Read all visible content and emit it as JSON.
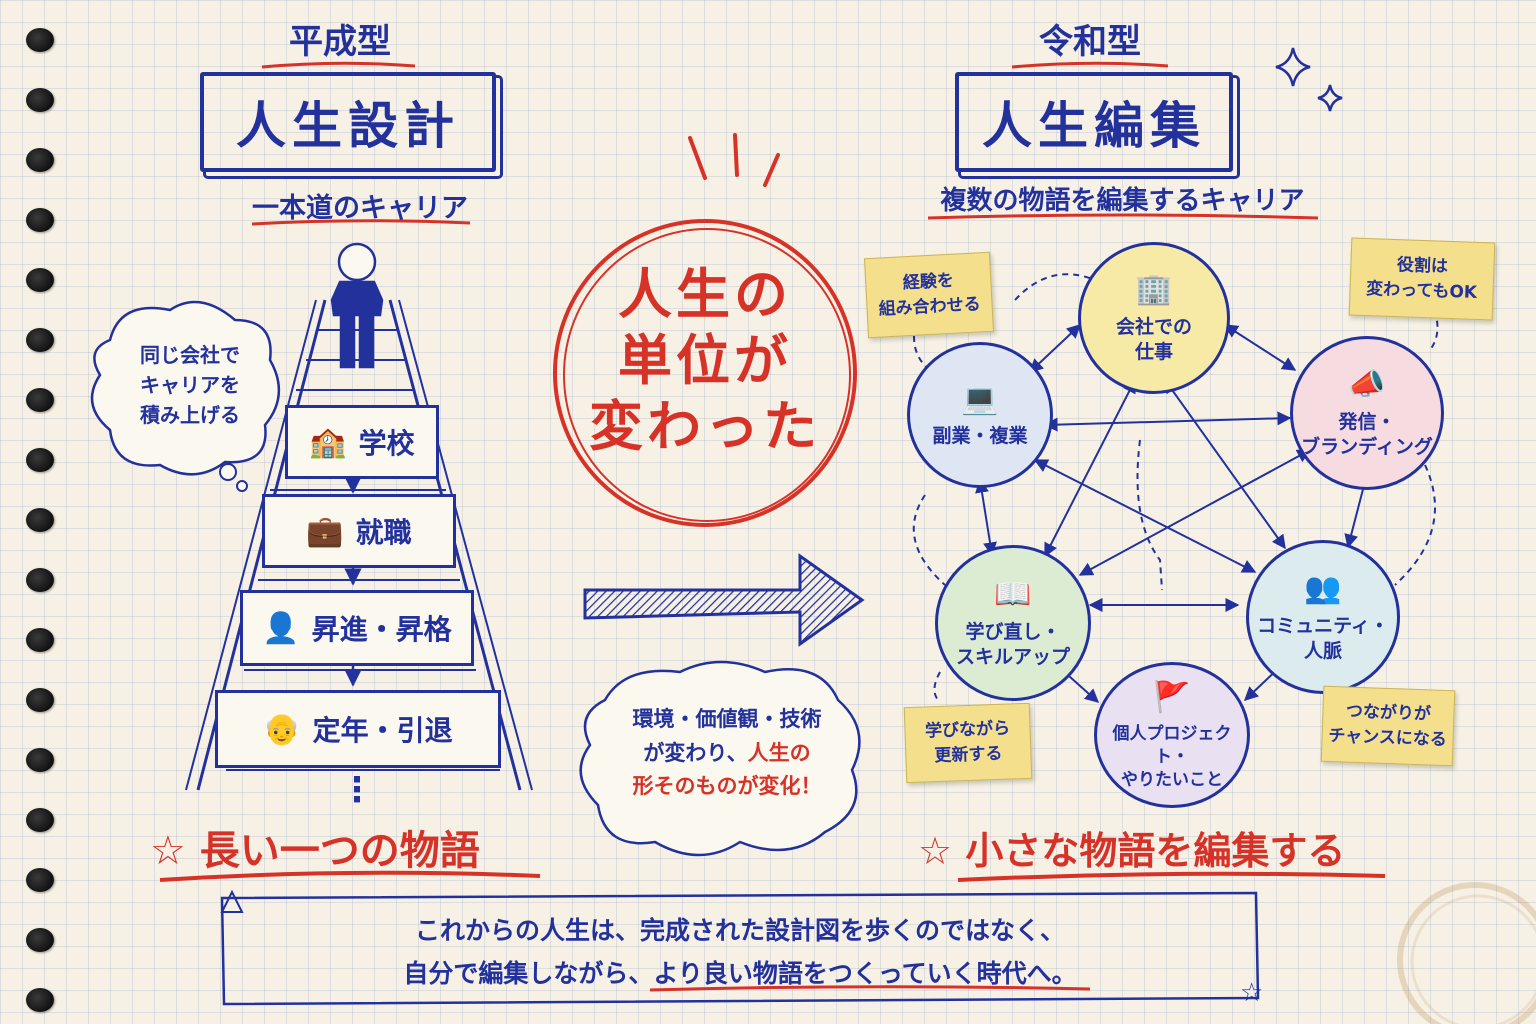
{
  "left": {
    "era": "平成型",
    "title": "人生設計",
    "subtitle": "一本道のキャリア",
    "thought": [
      "同じ会社で",
      "キャリアを",
      "積み上げる"
    ],
    "steps": [
      {
        "label": "学校",
        "icon": "school-icon"
      },
      {
        "label": "就職",
        "icon": "briefcase-icon"
      },
      {
        "label": "昇進・昇格",
        "icon": "person-icon"
      },
      {
        "label": "定年・引退",
        "icon": "elder-icon"
      }
    ],
    "dots": "⋮",
    "conclusion": "長い一つの物語"
  },
  "center": {
    "headline": [
      "人生の",
      "単位が",
      "変わった"
    ],
    "cloud_line1": "環境・価値観・技術",
    "cloud_line2a": "が変わり、",
    "cloud_line2b": "人生の",
    "cloud_line3": "形そのものが変化！"
  },
  "right": {
    "era": "令和型",
    "title": "人生編集",
    "subtitle": "複数の物語を編集するキャリア",
    "nodes": [
      {
        "name": "company",
        "lines": [
          "会社での",
          "仕事"
        ],
        "icon": "building-icon",
        "color": "#f6eaa6"
      },
      {
        "name": "sidejob",
        "lines": [
          "副業・複業"
        ],
        "icon": "laptop-icon",
        "color": "#dfe6f3"
      },
      {
        "name": "branding",
        "lines": [
          "発信・",
          "ブランディング"
        ],
        "icon": "megaphone-icon",
        "color": "#f6dbe0"
      },
      {
        "name": "learning",
        "lines": [
          "学び直し・",
          "スキルアップ"
        ],
        "icon": "book-icon",
        "color": "#dcecd2"
      },
      {
        "name": "community",
        "lines": [
          "コミュニティ・",
          "人脈"
        ],
        "icon": "people-icon",
        "color": "#dcebed"
      },
      {
        "name": "project",
        "lines": [
          "個人プロジェクト・",
          "やりたいこと"
        ],
        "icon": "flag-icon",
        "color": "#e9e0f1"
      }
    ],
    "notes": [
      {
        "name": "combine",
        "lines": [
          "経験を",
          "組み合わせる"
        ]
      },
      {
        "name": "roles",
        "lines": [
          "役割は",
          "変わってもOK"
        ]
      },
      {
        "name": "update",
        "lines": [
          "学びながら",
          "更新する"
        ]
      },
      {
        "name": "chance",
        "lines": [
          "つながりが",
          "チャンスになる"
        ]
      }
    ],
    "conclusion": "小さな物語を編集する"
  },
  "star_glyph": "☆",
  "footer": {
    "line1": "これからの人生は、完成された設計図を歩くのではなく、",
    "line2a": "自分で編集しながら、",
    "line2b": "より良い物語をつくっていく時代へ。"
  },
  "colors": {
    "ink_blue": "#23319c",
    "ink_red": "#d63228",
    "paper": "#f6f1e4",
    "sticky": "#f4e08c"
  }
}
